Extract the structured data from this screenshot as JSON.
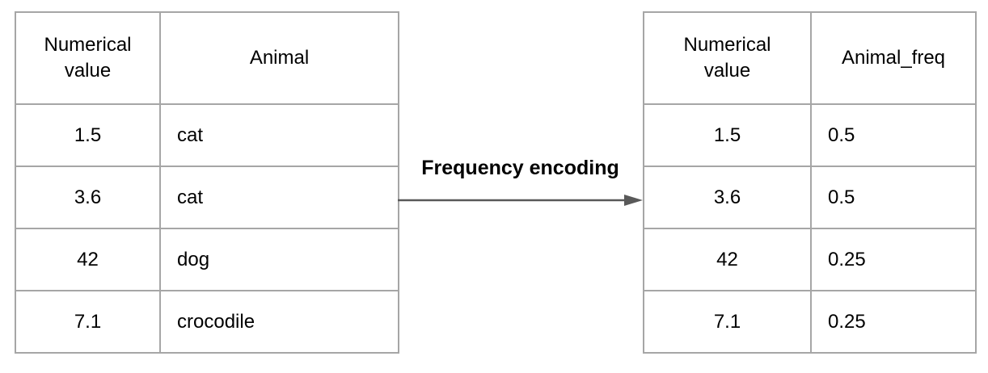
{
  "colors": {
    "background": "#ffffff",
    "table_border": "#a6a6a6",
    "text": "#000000",
    "arrow": "#595959"
  },
  "tables": {
    "left": {
      "columns": [
        "Numerical value",
        "Animal"
      ],
      "rows": [
        [
          "1.5",
          "cat"
        ],
        [
          "3.6",
          "cat"
        ],
        [
          "42",
          "dog"
        ],
        [
          "7.1",
          "crocodile"
        ]
      ]
    },
    "right": {
      "columns": [
        "Numerical value",
        "Animal_freq"
      ],
      "rows": [
        [
          "1.5",
          "0.5"
        ],
        [
          "3.6",
          "0.5"
        ],
        [
          "42",
          "0.25"
        ],
        [
          "7.1",
          "0.25"
        ]
      ]
    }
  },
  "transform": {
    "label": "Frequency encoding",
    "arrow_direction": "right"
  }
}
